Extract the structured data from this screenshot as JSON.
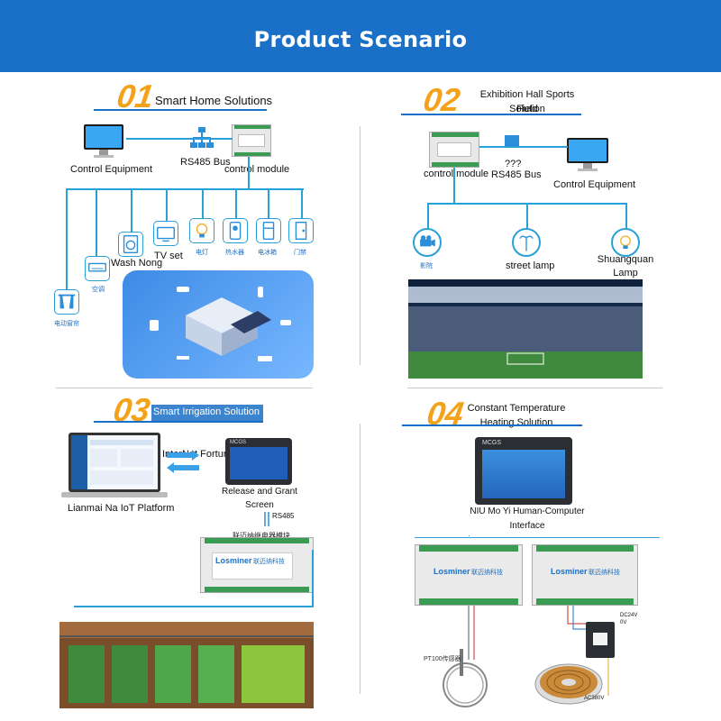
{
  "header": {
    "title": "Product Scenario"
  },
  "sections": [
    {
      "number": "01",
      "title": "Smart Home Solutions",
      "labels": {
        "control_equipment": "Control Equipment",
        "bus": "RS485 Bus",
        "module": "control module",
        "wash": "Wash Nong",
        "tv": "TV set",
        "light": "电灯",
        "heater": "热水器",
        "fridge": "电冰箱",
        "door": "门禁",
        "ac": "空调",
        "curtain": "电动窗帘"
      }
    },
    {
      "number": "02",
      "title_line1": "Exhibition Hall Sports Field",
      "title_line2": "Solution",
      "labels": {
        "module": "control module",
        "unknown": "???",
        "bus": "RS485 Bus",
        "control_equipment": "Control Equipment",
        "cinema": "影院",
        "street_lamp": "street lamp",
        "shuangquan_line1": "Shuangquan",
        "shuangquan_line2": "Lamp"
      }
    },
    {
      "number": "03",
      "title": "Smart Irrigation Solution",
      "labels": {
        "internet": "InterNet Fortune",
        "screen_line1": "Release and Grant",
        "screen_line2": "Screen",
        "rs485": "RS485",
        "platform": "Lianmai Na IoT Platform",
        "relay_module": "联迈纳继电器模块",
        "brand": "Losminer",
        "brand_cn": "联迈纳科技"
      }
    },
    {
      "number": "04",
      "title_line1": "Constant Temperature",
      "title_line2": "Heating Solution",
      "labels": {
        "hmi_line1": "NIU Mo Yi Human-Computer",
        "hmi_line2": "Interface",
        "hmi_brand": "MCGS",
        "sensor": "PT100传感器",
        "dc": "DC24V",
        "zero_v": "0V",
        "ac": "AC380V",
        "brand": "Losminer",
        "brand_cn": "联迈纳科技"
      }
    }
  ],
  "colors": {
    "header": "#1a6fc6",
    "accent": "#f2a31a",
    "line": "#2aa0d8"
  }
}
